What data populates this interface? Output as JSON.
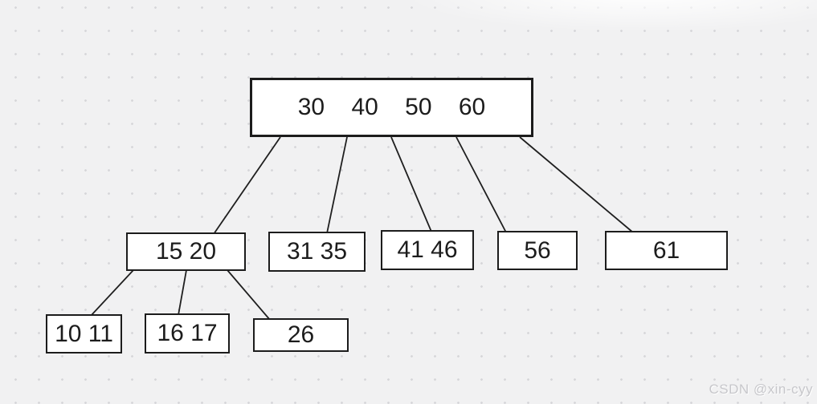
{
  "diagram": {
    "type": "b-tree",
    "root": {
      "label": "30    40    50    60",
      "keys": [
        "30",
        "40",
        "50",
        "60"
      ]
    },
    "level2": [
      {
        "label": "15 20",
        "keys": [
          "15",
          "20"
        ]
      },
      {
        "label": "31 35",
        "keys": [
          "31",
          "35"
        ]
      },
      {
        "label": "41 46",
        "keys": [
          "41",
          "46"
        ]
      },
      {
        "label": "56",
        "keys": [
          "56"
        ]
      },
      {
        "label": "61",
        "keys": [
          "61"
        ]
      }
    ],
    "level3": [
      {
        "label": "10 11",
        "keys": [
          "10",
          "11"
        ]
      },
      {
        "label": "16 17",
        "keys": [
          "16",
          "17"
        ]
      },
      {
        "label": "26",
        "keys": [
          "26"
        ]
      }
    ],
    "edges": [
      {
        "from": "30 40 50 60",
        "to": "15 20"
      },
      {
        "from": "30 40 50 60",
        "to": "31 35"
      },
      {
        "from": "30 40 50 60",
        "to": "41 46"
      },
      {
        "from": "30 40 50 60",
        "to": "56"
      },
      {
        "from": "30 40 50 60",
        "to": "61"
      },
      {
        "from": "15 20",
        "to": "10 11"
      },
      {
        "from": "15 20",
        "to": "16 17"
      },
      {
        "from": "15 20",
        "to": "26"
      }
    ]
  },
  "watermark": {
    "text": "CSDN @xin-cyy"
  },
  "colors": {
    "background": "#f1f1f2",
    "grid_dot": "#d7d7da",
    "node_fill": "#ffffff",
    "node_border": "#1c1c1c",
    "edge_line": "#1f1f1f",
    "watermark_text": "#c7c7cb"
  }
}
